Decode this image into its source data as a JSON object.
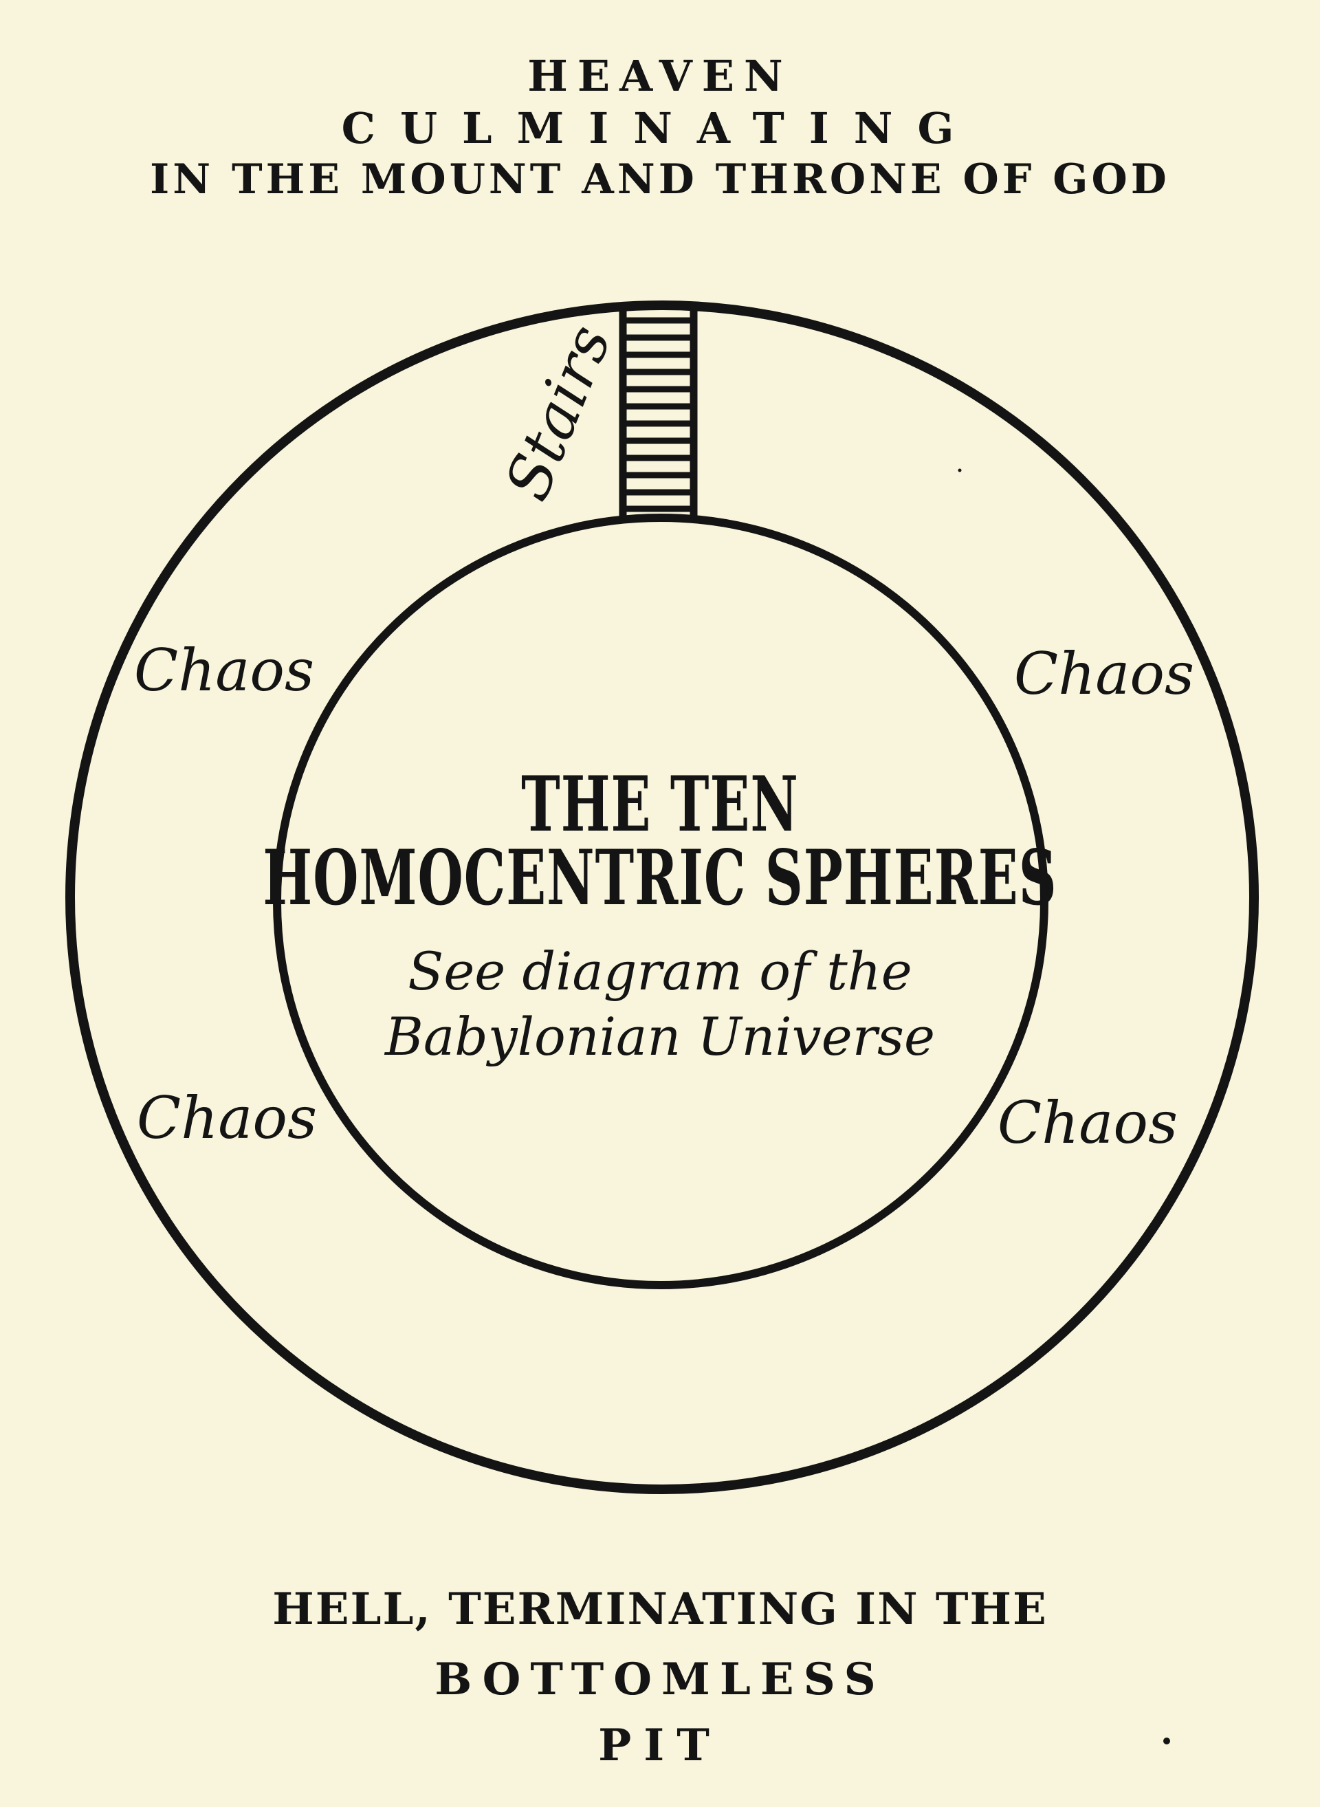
{
  "page": {
    "background_color": "#f8f5dc",
    "ink_color": "#141414"
  },
  "top_caption": {
    "line1": "HEAVEN",
    "line2": "CULMINATING",
    "line3": "IN THE MOUNT AND THRONE OF GOD"
  },
  "diagram": {
    "stairs_label": "Stairs",
    "chaos_labels": [
      {
        "position": "upper-left",
        "label": "Chaos"
      },
      {
        "position": "upper-right",
        "label": "Chaos"
      },
      {
        "position": "lower-left",
        "label": "Chaos"
      },
      {
        "position": "lower-right",
        "label": "Chaos"
      }
    ],
    "center": {
      "title_line1": "THE TEN",
      "title_line2": "HOMOCENTRIC SPHERES",
      "subtitle_line1": "See diagram of the",
      "subtitle_line2": "Babylonian Universe"
    }
  },
  "bottom_caption": {
    "line1": "HELL, TERMINATING IN THE",
    "line2": "BOTTOMLESS",
    "line3": "PIT"
  }
}
